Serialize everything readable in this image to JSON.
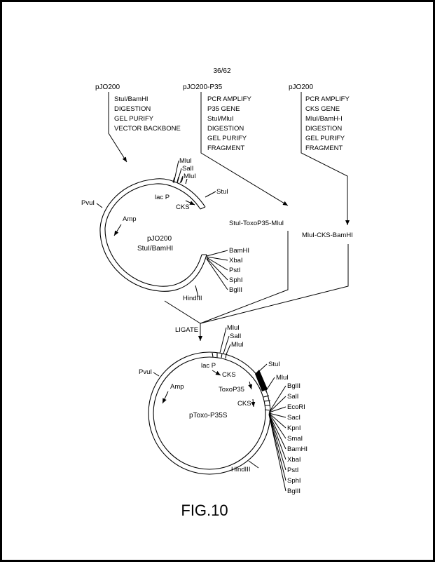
{
  "page_number": "36/62",
  "figure_label": "FIG.10",
  "sources": {
    "left": {
      "name": "pJO200",
      "steps": [
        "StuI/BamHI",
        "DIGESTION",
        "GEL PURIFY",
        "VECTOR BACKBONE"
      ]
    },
    "middle": {
      "name": "pJO200-P35",
      "steps": [
        "PCR AMPLIFY",
        "P35 GENE",
        "StuI/MluI",
        "DIGESTION",
        "GEL PURIFY",
        "FRAGMENT"
      ]
    },
    "right": {
      "name": "pJO200",
      "steps": [
        "PCR AMPLIFY",
        "CKS GENE",
        "MluI/BamH-I",
        "DIGESTION",
        "GEL PURIFY",
        "FRAGMENT"
      ]
    }
  },
  "fragments": {
    "stui_toxo_mlui": "StuI-ToxoP35-MluI",
    "mlui_cks_bamhi": "MluI-CKS-BamHI"
  },
  "ligate_label": "LIGATE",
  "vector_plasmid": {
    "name": "pJO200",
    "subtitle": "StuI/BamHI",
    "top_sites": [
      "MluI",
      "SalI",
      "MluI"
    ],
    "stui": "StuI",
    "lacp": "lac P",
    "cks": "CKS",
    "pvui": "PvuI",
    "amp": "Amp",
    "bottom_sites": [
      "BamHI",
      "XbaI",
      "PstI",
      "SphI",
      "BglII"
    ],
    "hindiii": "HindIII"
  },
  "final_plasmid": {
    "name": "pToxo-P35S",
    "top_sites": [
      "MluI",
      "SalI",
      "MluI"
    ],
    "stui": "StuI",
    "mlui": "MluI",
    "lacp": "lac P",
    "cks_upper": "CKS",
    "toxop35": "ToxoP35",
    "cks_lower": "CKS",
    "pvui": "PvuI",
    "amp": "Amp",
    "right_sites": [
      "BglII",
      "SalI",
      "EcoRI",
      "SacI",
      "KpnI",
      "SmaI",
      "BamHI",
      "XbaI",
      "PstI",
      "SphI",
      "BglII"
    ],
    "hindiii": "HindIII"
  }
}
